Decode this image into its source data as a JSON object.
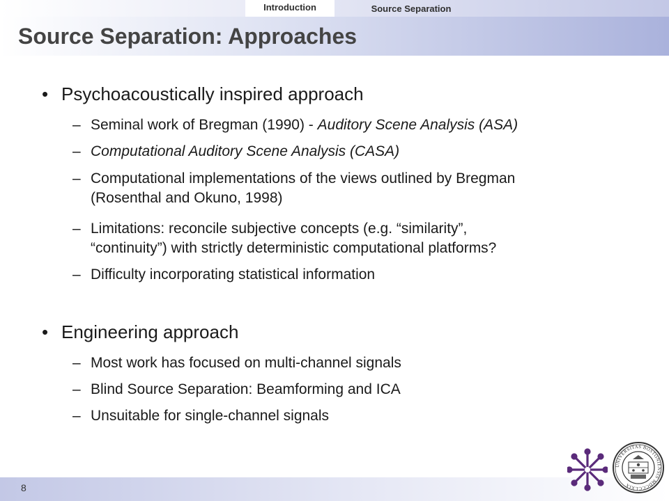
{
  "nav": {
    "intro_label": "Introduction",
    "section_label": "Source Separation"
  },
  "slide": {
    "title": "Source Separation: Approaches",
    "page_number": "8",
    "bullets": [
      {
        "text": "Psychoacoustically inspired approach",
        "subs": [
          {
            "pre": "Seminal work of Bregman (1990) - ",
            "italic": "Auditory Scene Analysis (ASA)"
          },
          {
            "pre": "",
            "italic": "Computational Auditory Scene Analysis (CASA)"
          },
          {
            "line1": "Computational implementations of the views outlined by Bregman",
            "line2": "(Rosenthal and Okuno, 1998)"
          },
          {
            "line1": "Limitations: reconcile subjective concepts (e.g. “similarity”,",
            "line2": "“continuity”) with strictly deterministic computational platforms?"
          },
          {
            "text": "Difficulty incorporating statistical information"
          }
        ]
      },
      {
        "text": "Engineering approach",
        "subs": [
          {
            "text": "Most work has focused on multi-channel signals"
          },
          {
            "text": "Blind Source Separation: Beamforming and ICA"
          },
          {
            "text": "Unsuitable for single-channel signals"
          }
        ]
      }
    ]
  },
  "logos": {
    "star_icon": "burst-star-logo",
    "seal_icon": "university-seal",
    "seal_text": "UNIVERSITAS BOSTONIENSIS MDCCCLXIX",
    "accent_color": "#5a2a7a"
  }
}
